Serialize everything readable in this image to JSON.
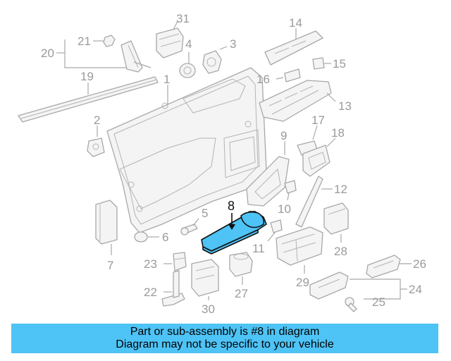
{
  "diagram": {
    "highlighted_part": "8",
    "callouts": {
      "c1": "1",
      "c2": "2",
      "c3": "3",
      "c4": "4",
      "c5": "5",
      "c6": "6",
      "c7": "7",
      "c8": "8",
      "c9": "9",
      "c10": "10",
      "c11": "11",
      "c12": "12",
      "c13": "13",
      "c14": "14",
      "c15": "15",
      "c16": "16",
      "c17": "17",
      "c18": "18",
      "c19": "19",
      "c20": "20",
      "c21": "21",
      "c22": "22",
      "c23": "23",
      "c24": "24",
      "c25": "25",
      "c26": "26",
      "c27": "27",
      "c28": "28",
      "c29": "29",
      "c30": "30",
      "c31": "31"
    },
    "colors": {
      "highlight": "#4ec3f5",
      "outline": "#a8a8a8",
      "label": "#9a9a9a"
    }
  },
  "footer": {
    "line1": "Part or sub-assembly is #8 in diagram",
    "line2": "Diagram may not be specific to your vehicle"
  }
}
